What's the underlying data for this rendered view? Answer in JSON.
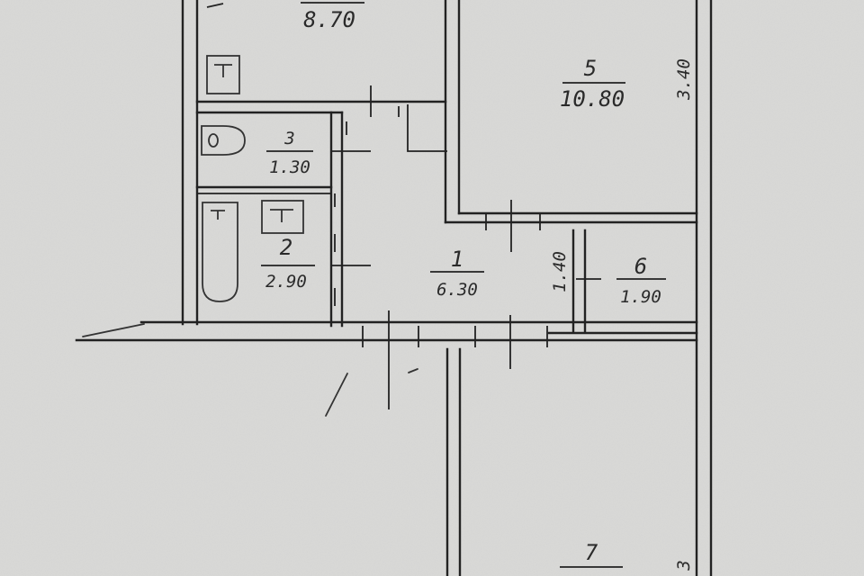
{
  "rooms": [
    {
      "number": "1",
      "area": "6.30"
    },
    {
      "number": "2",
      "area": "2.90"
    },
    {
      "number": "3",
      "area": "1.30"
    },
    {
      "number": "5",
      "area": "10.80"
    },
    {
      "number": "6",
      "area": "1.90"
    },
    {
      "number": "7",
      "area": ""
    },
    {
      "number": "",
      "area": "8.70"
    }
  ],
  "dimensions": {
    "room5_width": "3.40",
    "corridor_width": "1.40",
    "room7_width": "3"
  }
}
